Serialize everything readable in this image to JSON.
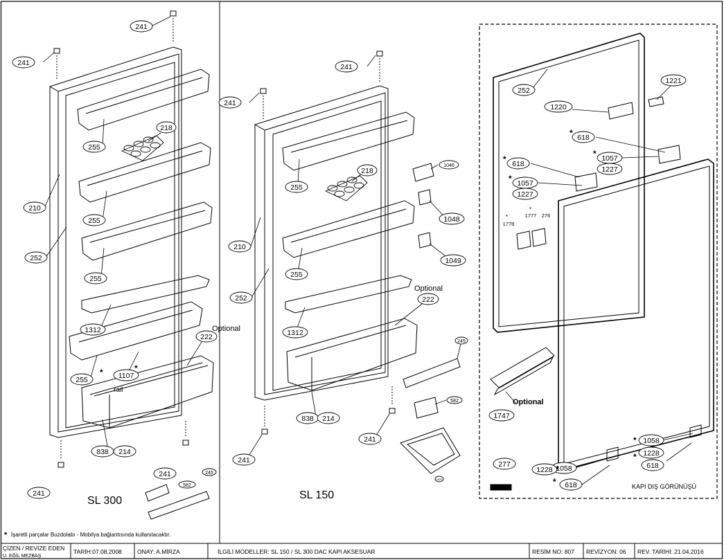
{
  "panels": {
    "left_model": "SL 300",
    "middle_model": "SL 150",
    "right_view": "KAPI DIŞ GÖRÜNÜŞÜ"
  },
  "annotations": {
    "optional": "Optional",
    "rail": "rail",
    "asterisk": "*"
  },
  "left_labels": {
    "p241_top": "241",
    "p241_left": "241",
    "p241_bottom": "241",
    "p241_mid": "241",
    "p210": "210",
    "p252": "252",
    "p218": "218",
    "p255_a": "255",
    "p255_b": "255",
    "p255_c": "255",
    "p255_d": "255",
    "p1312": "1312",
    "p1107": "1107",
    "p222": "222",
    "p838": "838",
    "p214": "214",
    "p582": "582",
    "p245": "245"
  },
  "middle_labels": {
    "p241_top": "241",
    "p241_left": "241",
    "p241_bottom": "241",
    "p241_right": "241",
    "p210": "210",
    "p252": "252",
    "p218": "218",
    "p255_a": "255",
    "p255_b": "255",
    "p1312": "1312",
    "p222": "222",
    "p838": "838",
    "p214": "214",
    "p1046": "1046",
    "p1048": "1048",
    "p1049": "1049",
    "p245": "245",
    "p582": "582",
    "p1820": "1820"
  },
  "right_labels": {
    "p252": "252",
    "p1220": "1220",
    "p1221": "1221",
    "p618_a": "618",
    "p618_b": "618",
    "p618_c": "618",
    "p618_d": "618",
    "p1057_a": "1057",
    "p1057_b": "1057",
    "p1227_a": "1227",
    "p1227_b": "1227",
    "p1778": "1778",
    "p1777": "1777",
    "p276": "276",
    "p1747": "1747",
    "p277": "277",
    "p1058_a": "1058",
    "p1058_b": "1058",
    "p1228_a": "1228",
    "p1228_b": "1228"
  },
  "footnote": "İşaretli parçalar Buzdolabı - Mobilya bağlantısında kullanılacaktır.",
  "title_block": {
    "drawn_by_label": "ÇİZEN / REVİZE EDEN",
    "drawn_by_name": "U. EĞİL MEZBAŞ",
    "date": "TARİH:07.08.2008",
    "approval": "ONAY: A.MİRZA",
    "related_models": "İLGİLİ MODELLER:  SL 150 / SL 300 DAC KAPI AKSESUAR",
    "drawing_no": "RESİM NO: 807",
    "revision": "REVİZYON: 06",
    "rev_date": "REV. TARİHİ: 21.04.2016"
  }
}
